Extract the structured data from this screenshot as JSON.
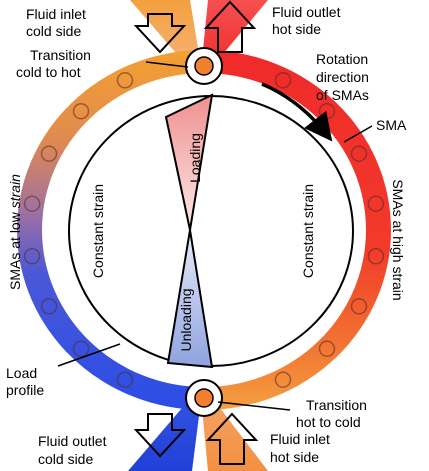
{
  "labels": {
    "fluid_inlet_cold": [
      "Fluid inlet",
      "cold side"
    ],
    "fluid_outlet_hot": [
      "Fluid outlet",
      "hot side"
    ],
    "transition_cold_hot": [
      "Transition",
      "cold to hot"
    ],
    "rotation": [
      "Rotation",
      "direction",
      "of SMAs"
    ],
    "sma": "SMA",
    "low_strain_prefix": "SMAs at low ",
    "low_strain_italic": "strain",
    "high_strain": "SMAs at high strain",
    "constant_strain_left": "Constant strain",
    "constant_strain_right": "Constant strain",
    "loading": "Loading",
    "unloading": "Unloading",
    "load_profile": [
      "Load",
      "profile"
    ],
    "transition_hot_cold": [
      "Transition",
      "hot to cold"
    ],
    "fluid_outlet_cold": [
      "Fluid outlet",
      "cold side"
    ],
    "fluid_inlet_hot": [
      "Fluid inlet",
      "hot side"
    ]
  },
  "colors": {
    "cold": "#2a4de6",
    "hot": "#f02a2a",
    "warm_orange": "#f39a3a",
    "sma_marker": "#f0883a",
    "transition_fill": "#f08030",
    "loading_pink": "#f0a0a0",
    "unloading_blue": "#a0b0e0"
  }
}
